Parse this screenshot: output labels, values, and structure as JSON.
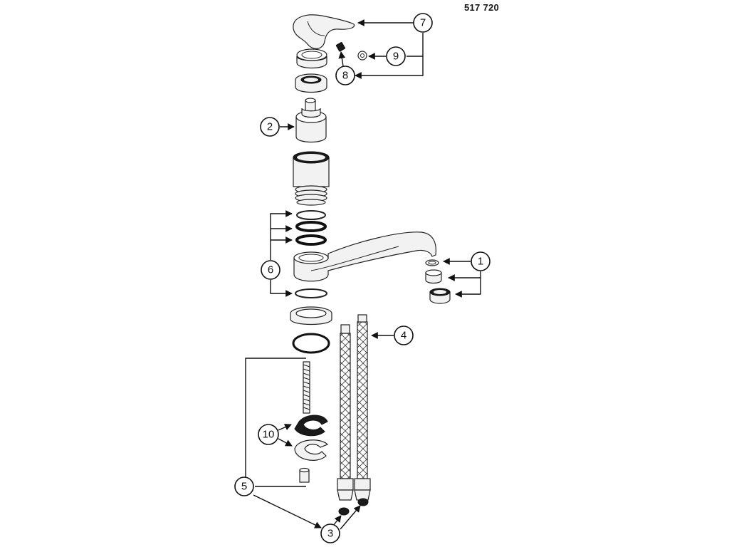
{
  "part_number": "517 720",
  "callouts": [
    {
      "id": "1",
      "label": "1"
    },
    {
      "id": "2",
      "label": "2"
    },
    {
      "id": "3",
      "label": "3"
    },
    {
      "id": "4",
      "label": "4"
    },
    {
      "id": "5",
      "label": "5"
    },
    {
      "id": "6",
      "label": "6"
    },
    {
      "id": "7",
      "label": "7"
    },
    {
      "id": "8",
      "label": "8"
    },
    {
      "id": "9",
      "label": "9"
    },
    {
      "id": "10",
      "label": "10"
    }
  ],
  "colors": {
    "line": "#111111",
    "fill": "#f2f2f2",
    "background": "#ffffff"
  }
}
